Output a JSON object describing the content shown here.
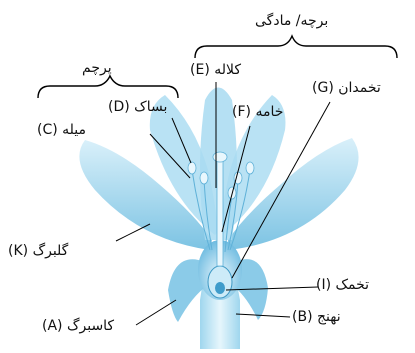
{
  "groups": {
    "stamen_group": "پرچم",
    "pistil_group": "برچه/ مادگی"
  },
  "labels": {
    "A": "کاسبرگ (A)",
    "B": "نهنج (B)",
    "C": "میله (C)",
    "D": "بساک (D)",
    "E": "کلاله (E)",
    "F": "خامه (F)",
    "G": "تخمدان (G)",
    "I": "تخمک (I)",
    "K": "گلبرگ (K)"
  },
  "colors": {
    "petal_light": "#cdeaf6",
    "petal_mid": "#8ecde8",
    "petal_dark": "#4fa9d3",
    "outline": "#000000"
  }
}
